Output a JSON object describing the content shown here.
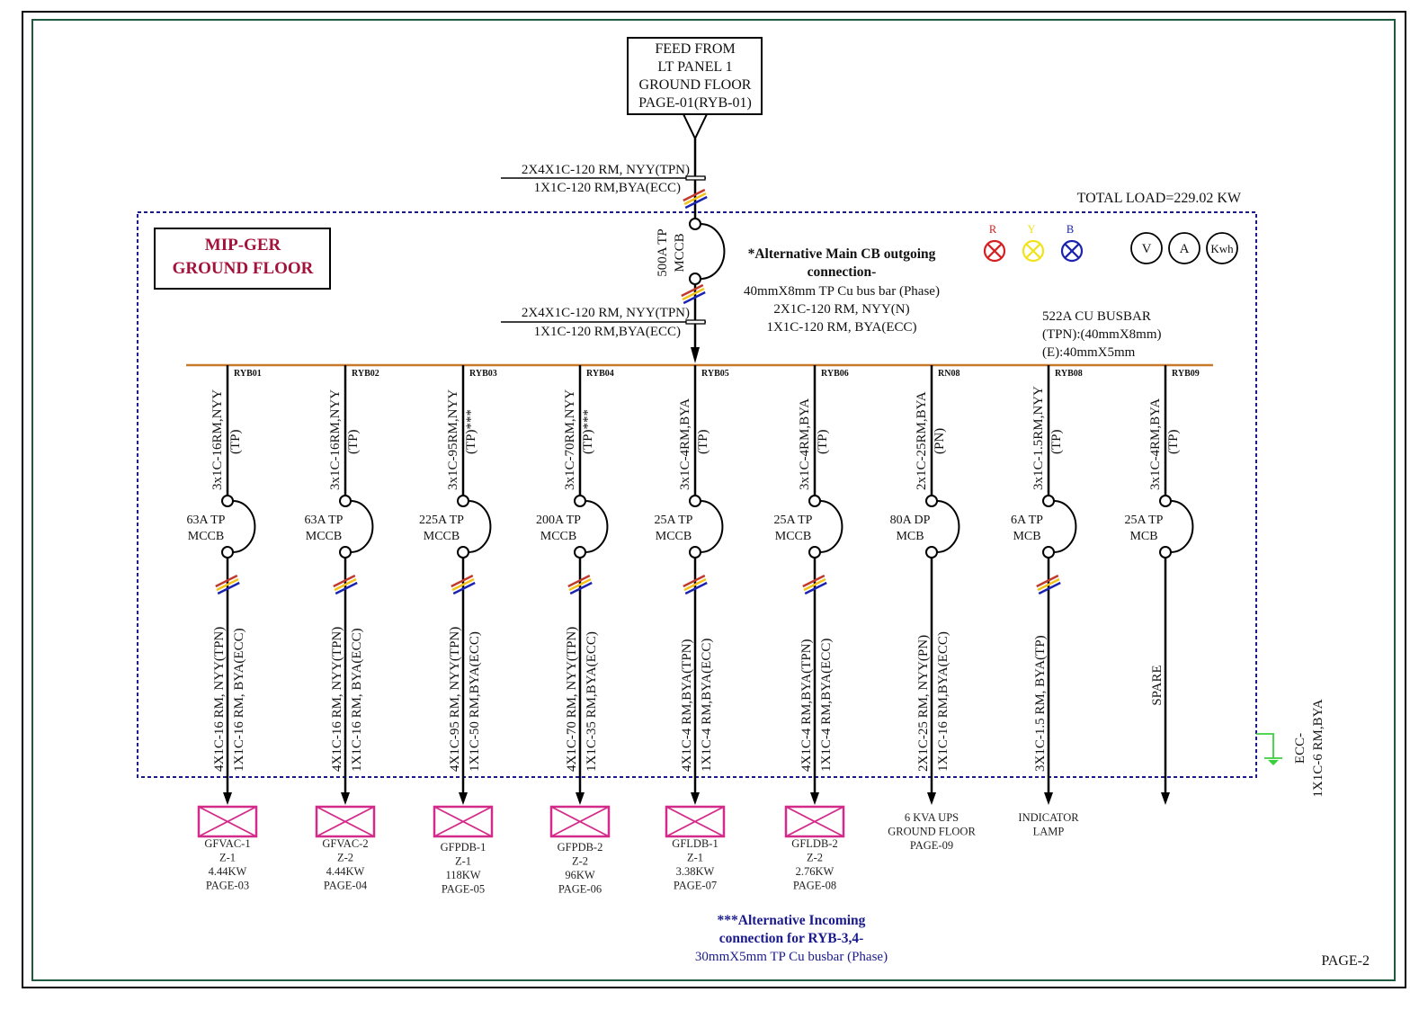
{
  "feed": {
    "lines": [
      "FEED FROM",
      "LT PANEL 1",
      "GROUND FLOOR",
      "PAGE-01(RYB-01)"
    ]
  },
  "incoming_cable": {
    "top": "2X4X1C-120 RM, NYY(TPN)",
    "bottom": "1X1C-120 RM,BYA(ECC)"
  },
  "outgoing_cable": {
    "top": "2X4X1C-120 RM, NYY(TPN)",
    "bottom": "1X1C-120 RM,BYA(ECC)"
  },
  "total_load": "TOTAL LOAD=229.02 KW",
  "panel_title": [
    "MIP-GER",
    "GROUND FLOOR"
  ],
  "main_breaker": {
    "line1": "500A TP",
    "line2": "MCCB"
  },
  "alt_main_note": {
    "bold_lines": [
      "*Alternative Main CB outgoing",
      "connection-"
    ],
    "lines": [
      "40mmX8mm TP Cu bus bar (Phase)",
      "2X1C-120 RM, NYY(N)",
      "1X1C-120 RM, BYA(ECC)"
    ]
  },
  "indicators": [
    {
      "label": "R",
      "color": "#d42020"
    },
    {
      "label": "Y",
      "color": "#f2e21a"
    },
    {
      "label": "B",
      "color": "#1a22b0"
    }
  ],
  "meters": [
    "V",
    "A",
    "Kwh"
  ],
  "busbar": {
    "lines": [
      "522A  CU BUSBAR",
      "(TPN):(40mmX8mm)",
      "(E):40mmX5mm"
    ],
    "color": "#c77a2a"
  },
  "circuits": [
    {
      "tag": "RYB01",
      "in_cable": "3x1C-16RM,NYY",
      "in_sub": "(TP)",
      "breaker": [
        "63A TP",
        "MCCB"
      ],
      "out_top": "4X1C-16 RM, NYY(TPN)",
      "out_bottom": "1X1C-16 RM, BYA(ECC)",
      "phase_mark": true,
      "load_box": true,
      "load": [
        "GFVAC-1",
        "Z-1",
        "4.44KW",
        "PAGE-03"
      ]
    },
    {
      "tag": "RYB02",
      "in_cable": "3x1C-16RM,NYY",
      "in_sub": "(TP)",
      "breaker": [
        "63A TP",
        "MCCB"
      ],
      "out_top": "4X1C-16 RM, NYY(TPN)",
      "out_bottom": "1X1C-16 RM, BYA(ECC)",
      "phase_mark": true,
      "load_box": true,
      "load": [
        "GFVAC-2",
        "Z-2",
        "4.44KW",
        "PAGE-04"
      ]
    },
    {
      "tag": "RYB03",
      "in_cable": "3x1C-95RM,NYY",
      "in_sub": "(TP)***",
      "breaker": [
        "225A TP",
        "MCCB"
      ],
      "out_top": "4X1C-95 RM, NYY(TPN)",
      "out_bottom": "1X1C-50 RM,BYA(ECC)",
      "phase_mark": true,
      "load_box": true,
      "load": [
        "GFPDB-1",
        "Z-1",
        "118KW",
        "PAGE-05"
      ]
    },
    {
      "tag": "RYB04",
      "in_cable": "3x1C-70RM,NYY",
      "in_sub": "(TP)***",
      "breaker": [
        "200A TP",
        "MCCB"
      ],
      "out_top": "4X1C-70 RM, NYY(TPN)",
      "out_bottom": "1X1C-35 RM,BYA(ECC)",
      "phase_mark": true,
      "load_box": true,
      "load": [
        "GFPDB-2",
        "Z-2",
        "96KW",
        "PAGE-06"
      ]
    },
    {
      "tag": "RYB05",
      "in_cable": "3x1C-4RM,BYA",
      "in_sub": "(TP)",
      "breaker": [
        "25A TP",
        "MCCB"
      ],
      "out_top": "4X1C-4 RM,BYA(TPN)",
      "out_bottom": "1X1C-4 RM,BYA(ECC)",
      "phase_mark": true,
      "load_box": true,
      "load": [
        "GFLDB-1",
        "Z-1",
        "3.38KW",
        "PAGE-07"
      ]
    },
    {
      "tag": "RYB06",
      "in_cable": "3x1C-4RM,BYA",
      "in_sub": "(TP)",
      "breaker": [
        "25A TP",
        "MCCB"
      ],
      "out_top": "4X1C-4 RM,BYA(TPN)",
      "out_bottom": "1X1C-4 RM,BYA(ECC)",
      "phase_mark": true,
      "load_box": true,
      "load": [
        "GFLDB-2",
        "Z-2",
        "2.76KW",
        "PAGE-08"
      ]
    },
    {
      "tag": "RN08",
      "in_cable": "2x1C-25RM,BYA",
      "in_sub": "(PN)",
      "breaker": [
        "80A DP",
        "MCB"
      ],
      "out_top": "2X1C-25 RM, NYY(PN)",
      "out_bottom": "1X1C-16 RM,BYA(ECC)",
      "phase_mark": false,
      "load_box": false,
      "load": [
        "6 KVA UPS",
        "GROUND FLOOR",
        "PAGE-09"
      ]
    },
    {
      "tag": "RYB08",
      "in_cable": "3x1C-1.5RM,NYY",
      "in_sub": "(TP)",
      "breaker": [
        "6A TP",
        "MCB"
      ],
      "out_top": "3X1C-1.5 RM, BYA(TP)",
      "out_bottom": "",
      "phase_mark": true,
      "load_box": false,
      "load": [
        "INDICATOR",
        "LAMP"
      ]
    },
    {
      "tag": "RYB09",
      "in_cable": "3x1C-4RM,BYA",
      "in_sub": "(TP)",
      "breaker": [
        "25A TP",
        "MCB"
      ],
      "out_top": "SPARE",
      "out_bottom": "",
      "phase_mark": false,
      "load_box": false,
      "load": []
    }
  ],
  "ecc_earth": {
    "lines": [
      "ECC-",
      "1X1C-6 RM,BYA"
    ],
    "color": "#3ccf3c"
  },
  "alt_incoming_note": {
    "bold_lines": [
      "***Alternative Incoming",
      "connection for RYB-3,4-"
    ],
    "line": "30mmX5mm TP Cu busbar (Phase)",
    "color": "#1a1a8c"
  },
  "page_label": "PAGE-2",
  "colors": {
    "panel_title": "#a3123a",
    "load_box": "#d42a8a",
    "enclosure_border": "#1a1a8c",
    "frame_outer": "#000000",
    "frame_inner": "#1f5a3f"
  }
}
